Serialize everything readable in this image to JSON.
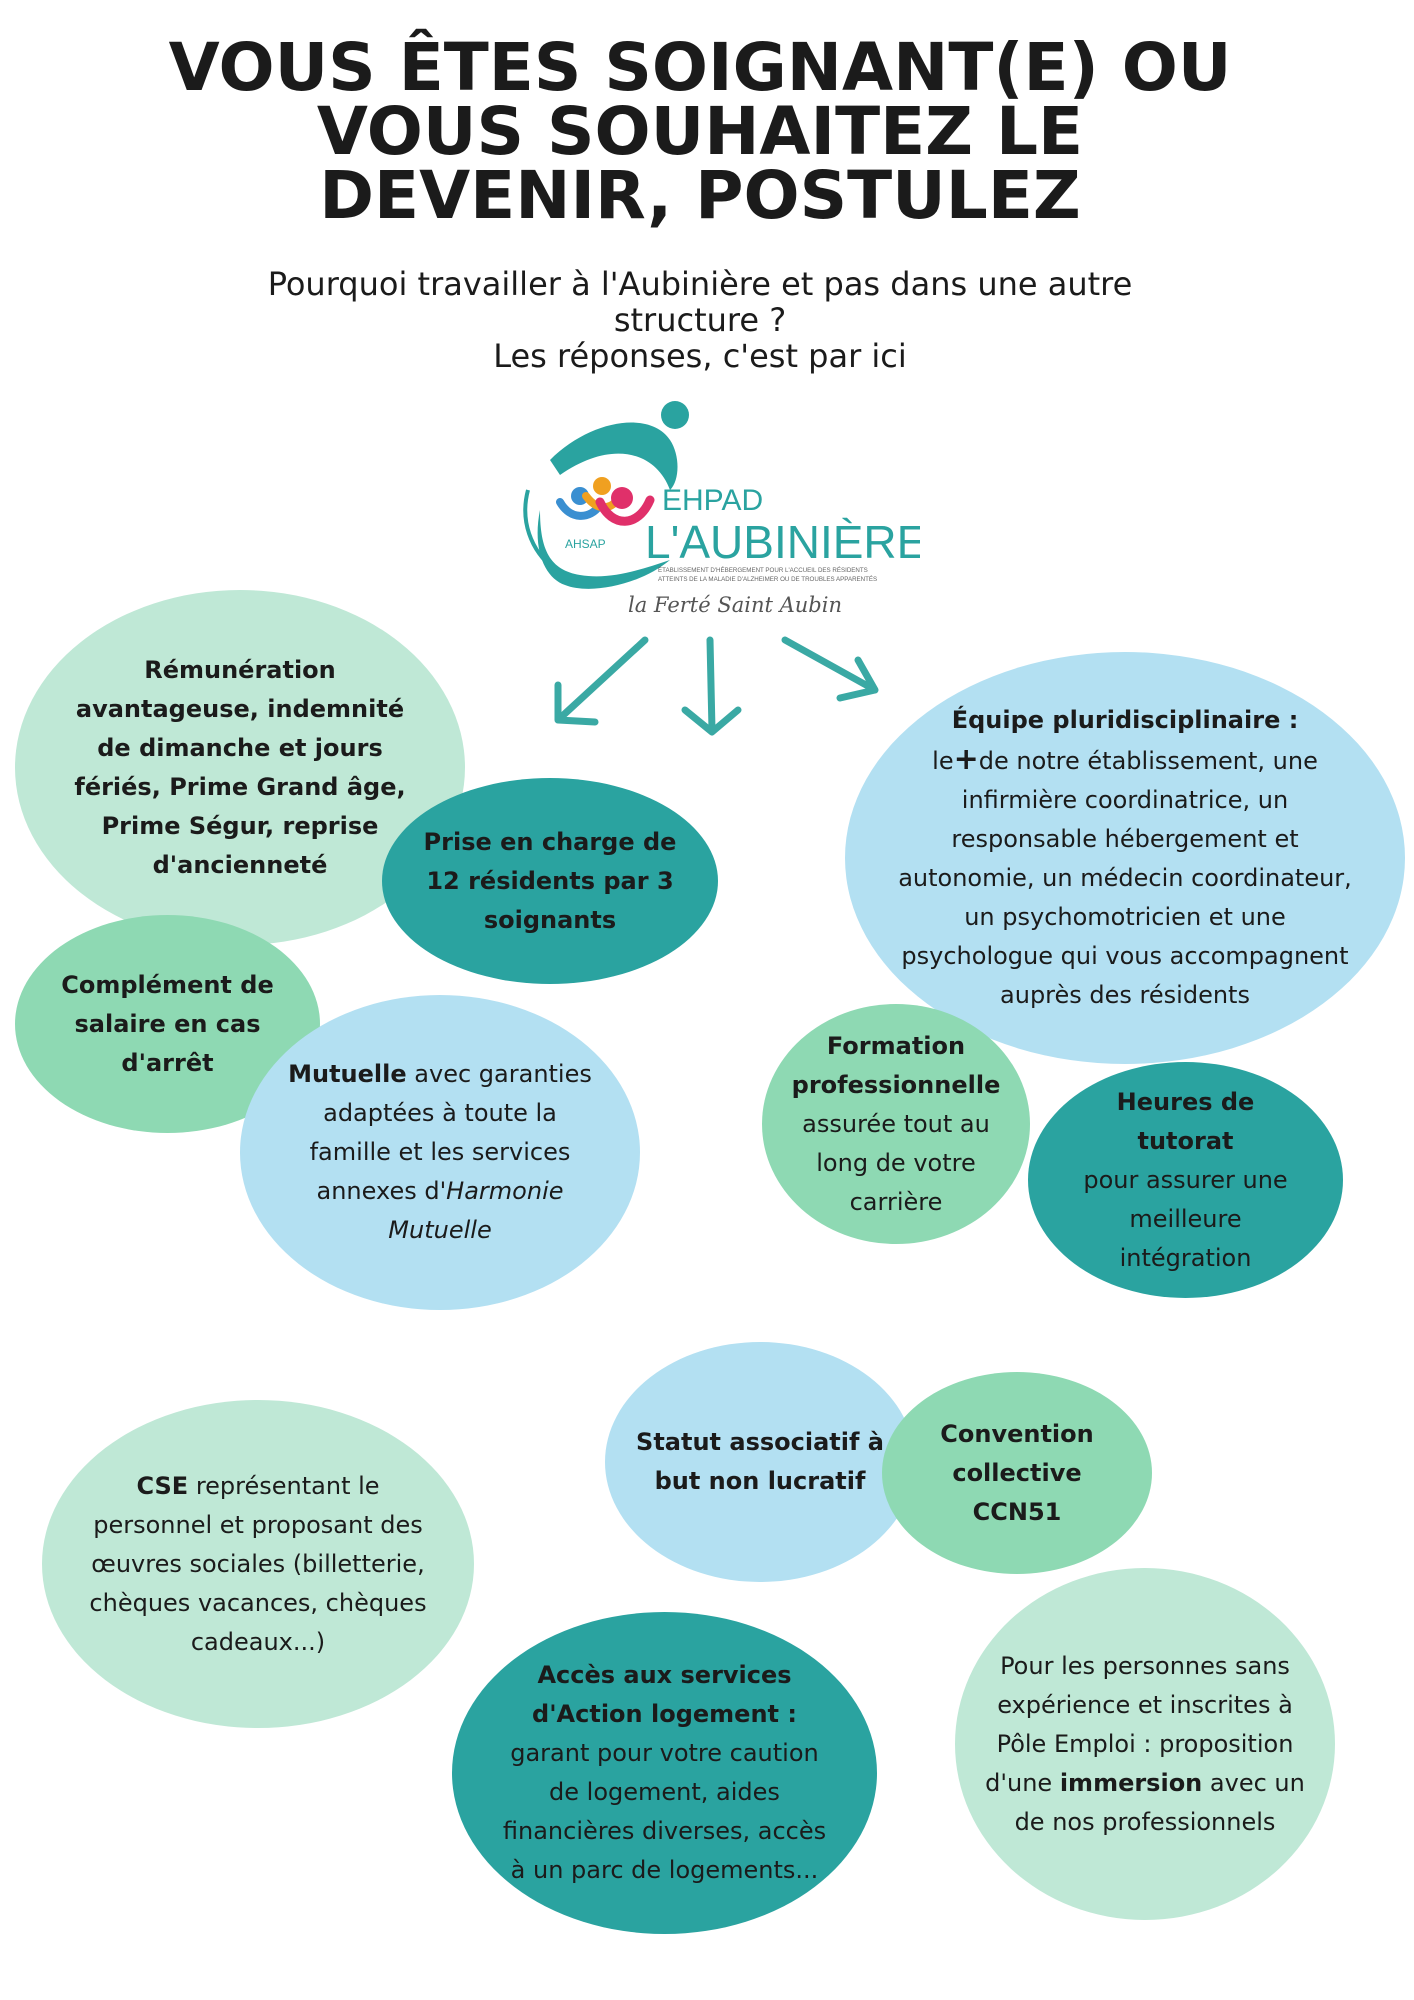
{
  "header": {
    "title": "VOUS ÊTES SOIGNANT(E) OU VOUS SOUHAITEZ LE DEVENIR, POSTULEZ",
    "subtitle_line1": "Pourquoi travailler à l'Aubinière et pas dans une autre structure ?",
    "subtitle_line2": "Les réponses, c'est par ici"
  },
  "logo": {
    "brand_small": "EHPAD",
    "brand_name": "L'AUBINIÈRE",
    "org": "AHSAP",
    "tagline_1": "ÉTABLISSEMENT D'HÉBERGEMENT POUR L'ACCUEIL DES RÉSIDENTS",
    "tagline_2": "ATTEINTS DE LA MALADIE D'ALZHEIMER OU DE TROUBLES APPARENTÉS",
    "location": "la Ferté Saint Aubin"
  },
  "bubbles": {
    "remuneration": {
      "bold": "Rémunération avantageuse, indemnité de dimanche et jours fériés, Prime Grand âge, Prime Ségur, reprise d'ancienneté"
    },
    "prise_en_charge": {
      "bold": "Prise en charge de 12 résidents par 3 soignants"
    },
    "equipe": {
      "bold": "Équipe pluridisciplinaire :",
      "pre": "le",
      "plus": "+",
      "text": "de notre établissement, une infirmière coordinatrice, un responsable hébergement et autonomie, un médecin coordinateur, un psychomotricien et une psychologue qui vous accompagnent auprès des résidents"
    },
    "complement": {
      "bold": "Complément de salaire en cas d'arrêt"
    },
    "mutuelle": {
      "bold": "Mutuelle",
      "text": "avec garanties adaptées à toute la famille et les services annexes d'",
      "italic": "Harmonie Mutuelle"
    },
    "formation": {
      "bold": "Formation professionnelle",
      "text": "assurée tout au long de votre carrière"
    },
    "tutorat": {
      "bold": "Heures de tutorat",
      "text": "pour assurer une meilleure intégration"
    },
    "statut": {
      "bold": "Statut associatif à but non lucratif"
    },
    "convention": {
      "bold": "Convention collective CCN51"
    },
    "cse": {
      "bold": "CSE",
      "text": "représentant le personnel et proposant des œuvres sociales (billetterie, chèques vacances, chèques cadeaux...)"
    },
    "logement": {
      "bold": "Accès aux services d'Action logement :",
      "text": "garant pour votre caution de logement, aides financières diverses, accès à un parc de logements..."
    },
    "immersion": {
      "text1": "Pour les personnes sans expérience et inscrites à Pôle Emploi : proposition d'une",
      "bold": "immersion",
      "text2": "avec un de nos professionnels"
    }
  },
  "colors": {
    "mint": "#bfe8d6",
    "green": "#8ed9b3",
    "teal": "#2aa3a0",
    "blue": "#b3e0f2",
    "logo_teal": "#2aa3a0",
    "arrow": "#3aa9a4"
  }
}
